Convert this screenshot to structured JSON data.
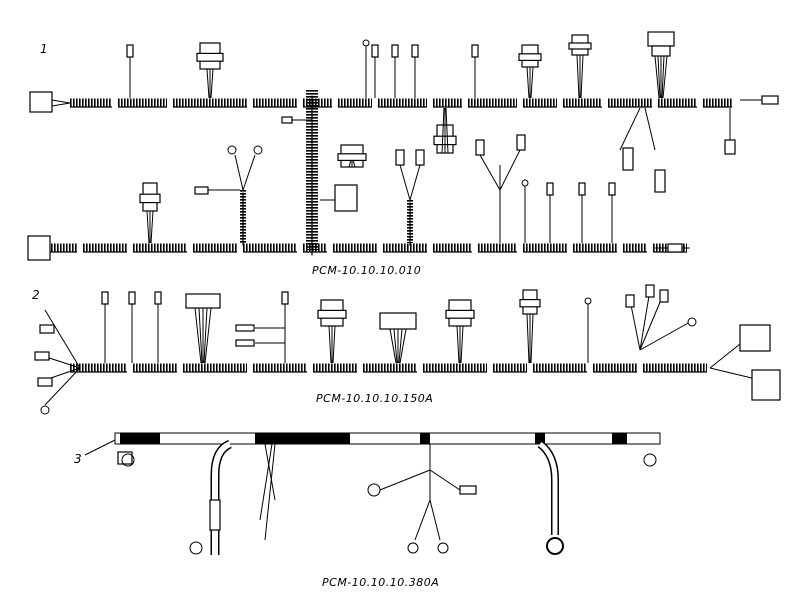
{
  "harnesses": [
    {
      "number": "1",
      "designation": "РСМ-10.10.10.010"
    },
    {
      "number": "2",
      "designation": "РСМ-10.10.10.150А"
    },
    {
      "number": "3",
      "designation": "РСМ-10.10.10.380А"
    }
  ]
}
